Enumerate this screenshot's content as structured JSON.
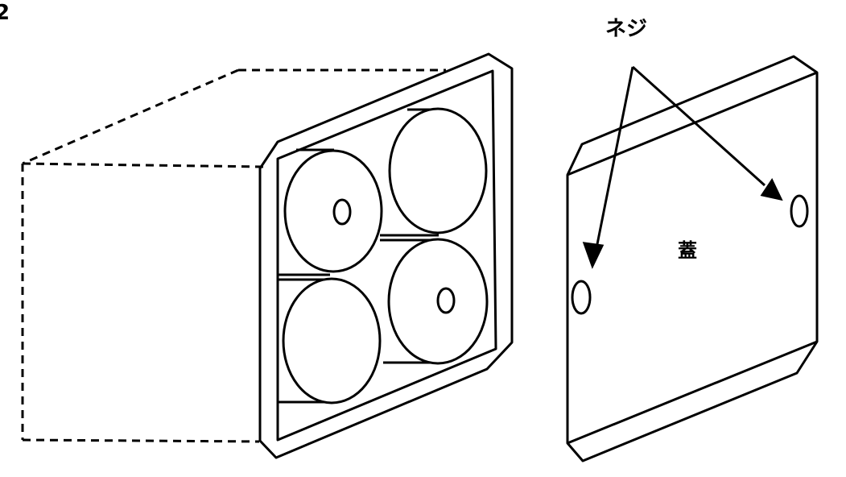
{
  "labels": {
    "screw": "ネジ",
    "lid": "蓋",
    "corner_mark": "2"
  },
  "colors": {
    "line": "#000000",
    "background": "#ffffff"
  }
}
